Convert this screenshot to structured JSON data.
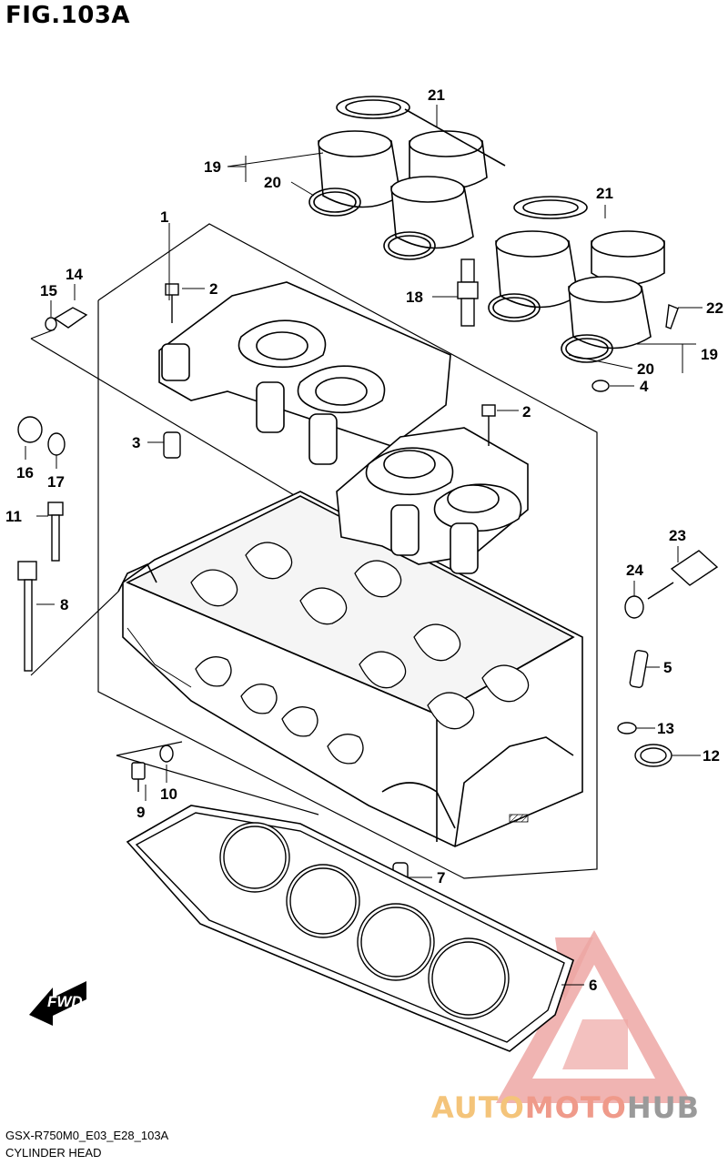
{
  "figure": {
    "title": "FIG.103A",
    "model_code": "GSX-R750M0_E03_E28_103A",
    "section_name": "CYLINDER HEAD"
  },
  "fwd_label": "FWD",
  "callouts": [
    "1",
    "2",
    "2",
    "3",
    "4",
    "5",
    "6",
    "7",
    "8",
    "9",
    "10",
    "11",
    "12",
    "13",
    "14",
    "15",
    "16",
    "17",
    "18",
    "19",
    "19",
    "20",
    "20",
    "21",
    "21",
    "22",
    "23",
    "24"
  ],
  "watermark": {
    "part1": "AUTO",
    "part2": "MOTO",
    "part3": "HUB",
    "colors": {
      "auto": "#f4c47a",
      "moto": "#ef9a8a",
      "hub": "#9a9a9a",
      "logo": "#e88a86"
    }
  }
}
